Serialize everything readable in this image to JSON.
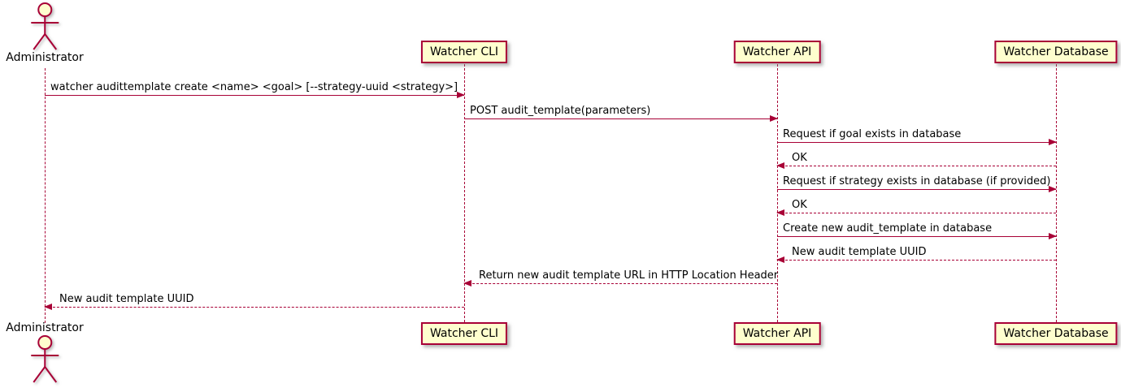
{
  "diagram": {
    "type": "uml-sequence-diagram",
    "actor": {
      "label": "Administrator"
    },
    "participants": [
      {
        "label": "Watcher CLI"
      },
      {
        "label": "Watcher API"
      },
      {
        "label": "Watcher Database"
      }
    ],
    "messages": [
      {
        "text": "watcher audittemplate create <name> <goal> [--strategy-uuid <strategy>]",
        "from": "Administrator",
        "to": "Watcher CLI",
        "line": "solid",
        "direction": "right"
      },
      {
        "text": "POST audit_template(parameters)",
        "from": "Watcher CLI",
        "to": "Watcher API",
        "line": "solid",
        "direction": "right"
      },
      {
        "text": "Request if goal exists in database",
        "from": "Watcher API",
        "to": "Watcher Database",
        "line": "solid",
        "direction": "right"
      },
      {
        "text": "OK",
        "from": "Watcher Database",
        "to": "Watcher API",
        "line": "dashed",
        "direction": "left"
      },
      {
        "text": "Request if strategy exists in database (if provided)",
        "from": "Watcher API",
        "to": "Watcher Database",
        "line": "solid",
        "direction": "right"
      },
      {
        "text": "OK",
        "from": "Watcher Database",
        "to": "Watcher API",
        "line": "dashed",
        "direction": "left"
      },
      {
        "text": "Create new audit_template in database",
        "from": "Watcher API",
        "to": "Watcher Database",
        "line": "solid",
        "direction": "right"
      },
      {
        "text": "New audit template UUID",
        "from": "Watcher Database",
        "to": "Watcher API",
        "line": "dashed",
        "direction": "left"
      },
      {
        "text": "Return new audit template URL in HTTP Location Header",
        "from": "Watcher API",
        "to": "Watcher CLI",
        "line": "dashed",
        "direction": "left"
      },
      {
        "text": "New audit template UUID",
        "from": "Watcher CLI",
        "to": "Administrator",
        "line": "dashed",
        "direction": "left"
      }
    ],
    "colors": {
      "line": "#A80036",
      "participant_fill": "#FEFECE",
      "text": "#000000",
      "background": "#FFFFFF"
    }
  }
}
